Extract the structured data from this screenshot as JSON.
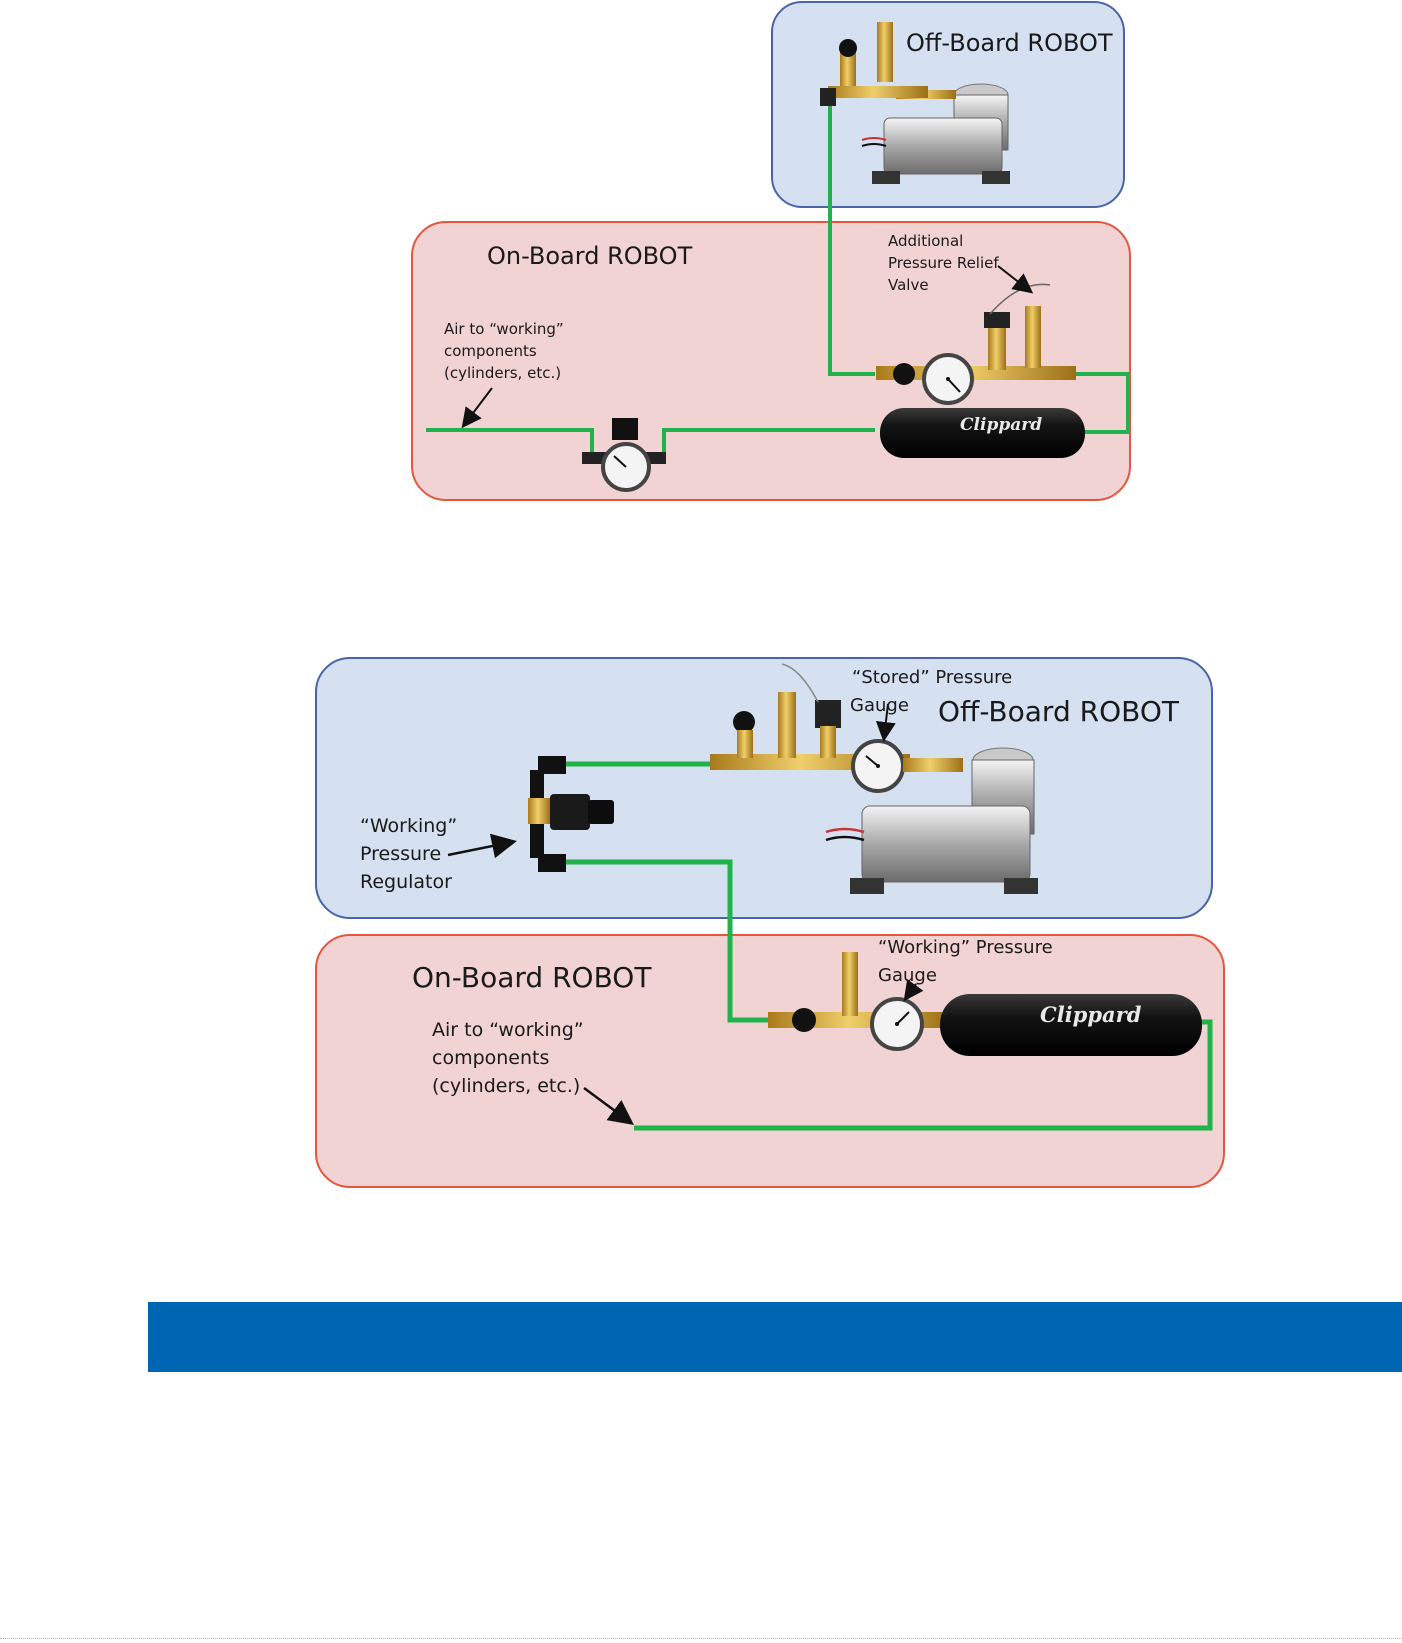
{
  "diagram1": {
    "offboard_label": "Off-Board ROBOT",
    "onboard_label": "On-Board  ROBOT",
    "relief_line1": "Additional",
    "relief_line2": "Pressure Relief",
    "relief_line3": "Valve",
    "air_line1": "Air to “working”",
    "air_line2": "components",
    "air_line3": "(cylinders, etc.)",
    "tank_brand": "Clippard"
  },
  "diagram2": {
    "offboard_label": "Off-Board ROBOT",
    "onboard_label": "On-Board  ROBOT",
    "stored_line1": "“Stored” Pressure",
    "stored_line2": "Gauge",
    "regulator_line1": "“Working”",
    "regulator_line2": "Pressure",
    "regulator_line3": "Regulator",
    "working_gauge_line1": "“Working” Pressure",
    "working_gauge_line2": "Gauge",
    "air_line1": "Air to “working”",
    "air_line2": "components",
    "air_line3": "(cylinders, etc.)",
    "tank_brand": "Clippard"
  },
  "colors": {
    "offboard_fill": "#d5e0f0",
    "offboard_stroke": "#4a64a8",
    "onboard_fill": "#f2d3d3",
    "onboard_stroke": "#e4573f",
    "tubing": "#22b24c",
    "banner": "#0066b3"
  },
  "icons": [
    "compressor-icon",
    "pressure-gauge-icon",
    "regulator-icon",
    "air-tank-icon",
    "valve-icon"
  ]
}
